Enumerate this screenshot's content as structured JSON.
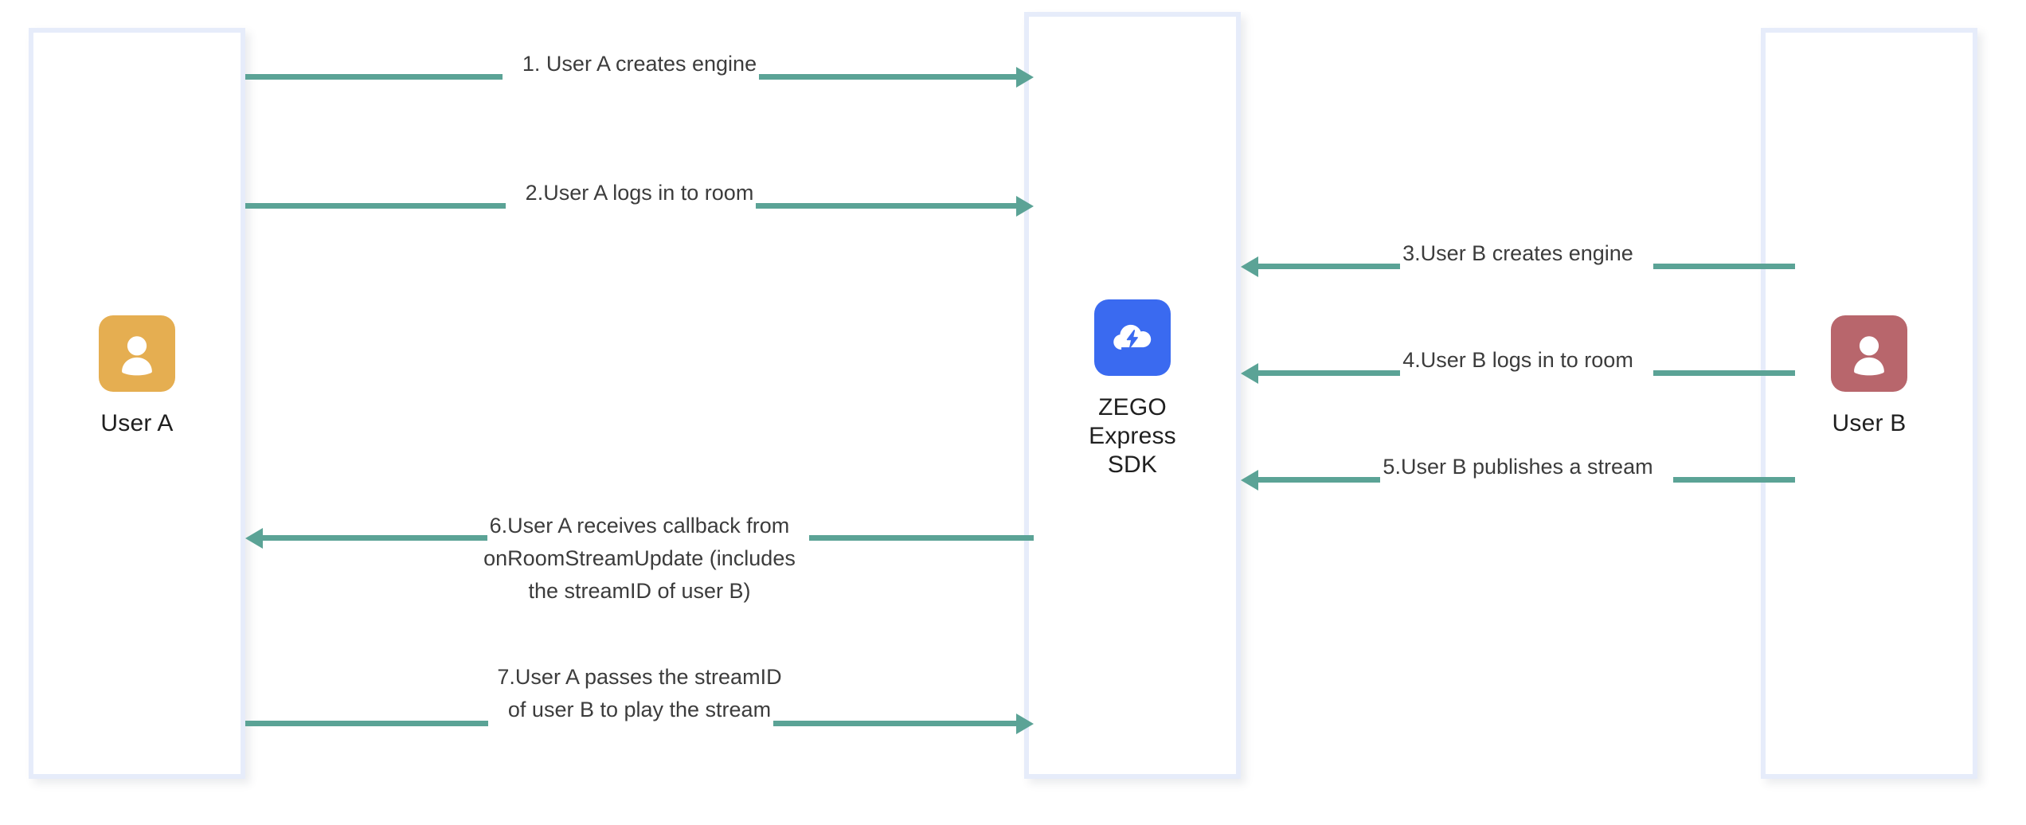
{
  "diagram": {
    "title": "ZEGO Express SDK streaming sequence",
    "background_color": "#ffffff",
    "arrow_color": "#5ba396",
    "lane_border_color": "#e6ecfa",
    "text_color": "#3c3c3c"
  },
  "actors": {
    "left": {
      "name": "User A",
      "label": "User A",
      "avatar_icon": "person-avatar-icon",
      "avatar_color": "#e5ae51"
    },
    "center": {
      "name": "ZEGO Express SDK",
      "label": "ZEGO\nExpress\nSDK",
      "avatar_icon": "zego-cloud-bolt-icon",
      "avatar_color": "#3a6af0"
    },
    "right": {
      "name": "User B",
      "label": "User B",
      "avatar_icon": "person-avatar-icon",
      "avatar_color": "#b8666c"
    }
  },
  "messages": [
    {
      "step": 1,
      "label": "1. User A creates engine",
      "from": "User A",
      "to": "ZEGO Express SDK",
      "direction": "right"
    },
    {
      "step": 2,
      "label": "2.User A logs in to room",
      "from": "User A",
      "to": "ZEGO Express SDK",
      "direction": "right"
    },
    {
      "step": 3,
      "label": "3.User B creates engine",
      "from": "User B",
      "to": "ZEGO Express SDK",
      "direction": "left"
    },
    {
      "step": 4,
      "label": "4.User B logs in to room",
      "from": "User B",
      "to": "ZEGO Express SDK",
      "direction": "left"
    },
    {
      "step": 5,
      "label": "5.User B publishes a stream",
      "from": "User B",
      "to": "ZEGO Express SDK",
      "direction": "left"
    },
    {
      "step": 6,
      "label": "6.User A receives callback from\nonRoomStreamUpdate (includes\nthe streamID of user B)",
      "from": "ZEGO Express SDK",
      "to": "User A",
      "direction": "left"
    },
    {
      "step": 7,
      "label": "7.User A passes the streamID\nof user B to play the stream",
      "from": "User A",
      "to": "ZEGO Express SDK",
      "direction": "right"
    }
  ]
}
